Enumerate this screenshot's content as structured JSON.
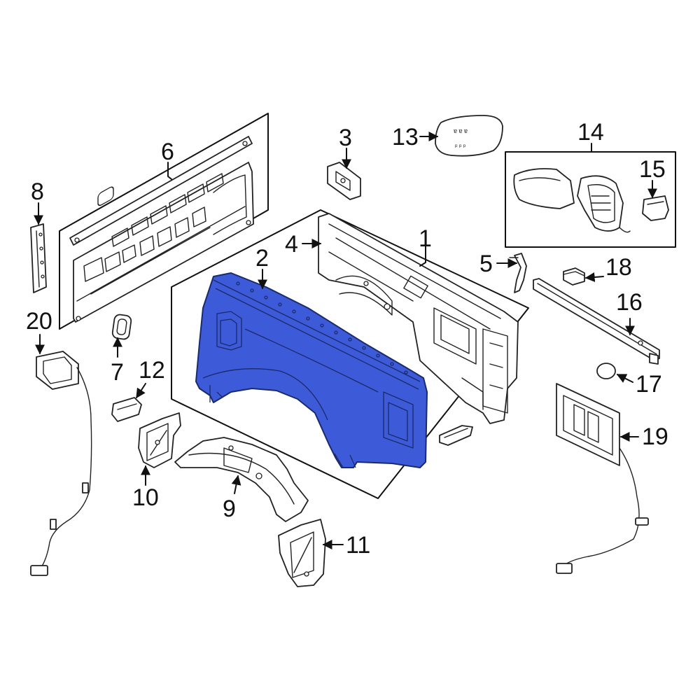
{
  "diagram": {
    "highlight_color": "#3d5bd9",
    "callouts": [
      "1",
      "2",
      "3",
      "4",
      "5",
      "6",
      "7",
      "8",
      "9",
      "10",
      "11",
      "12",
      "13",
      "14",
      "15",
      "16",
      "17",
      "18",
      "19",
      "20"
    ]
  }
}
